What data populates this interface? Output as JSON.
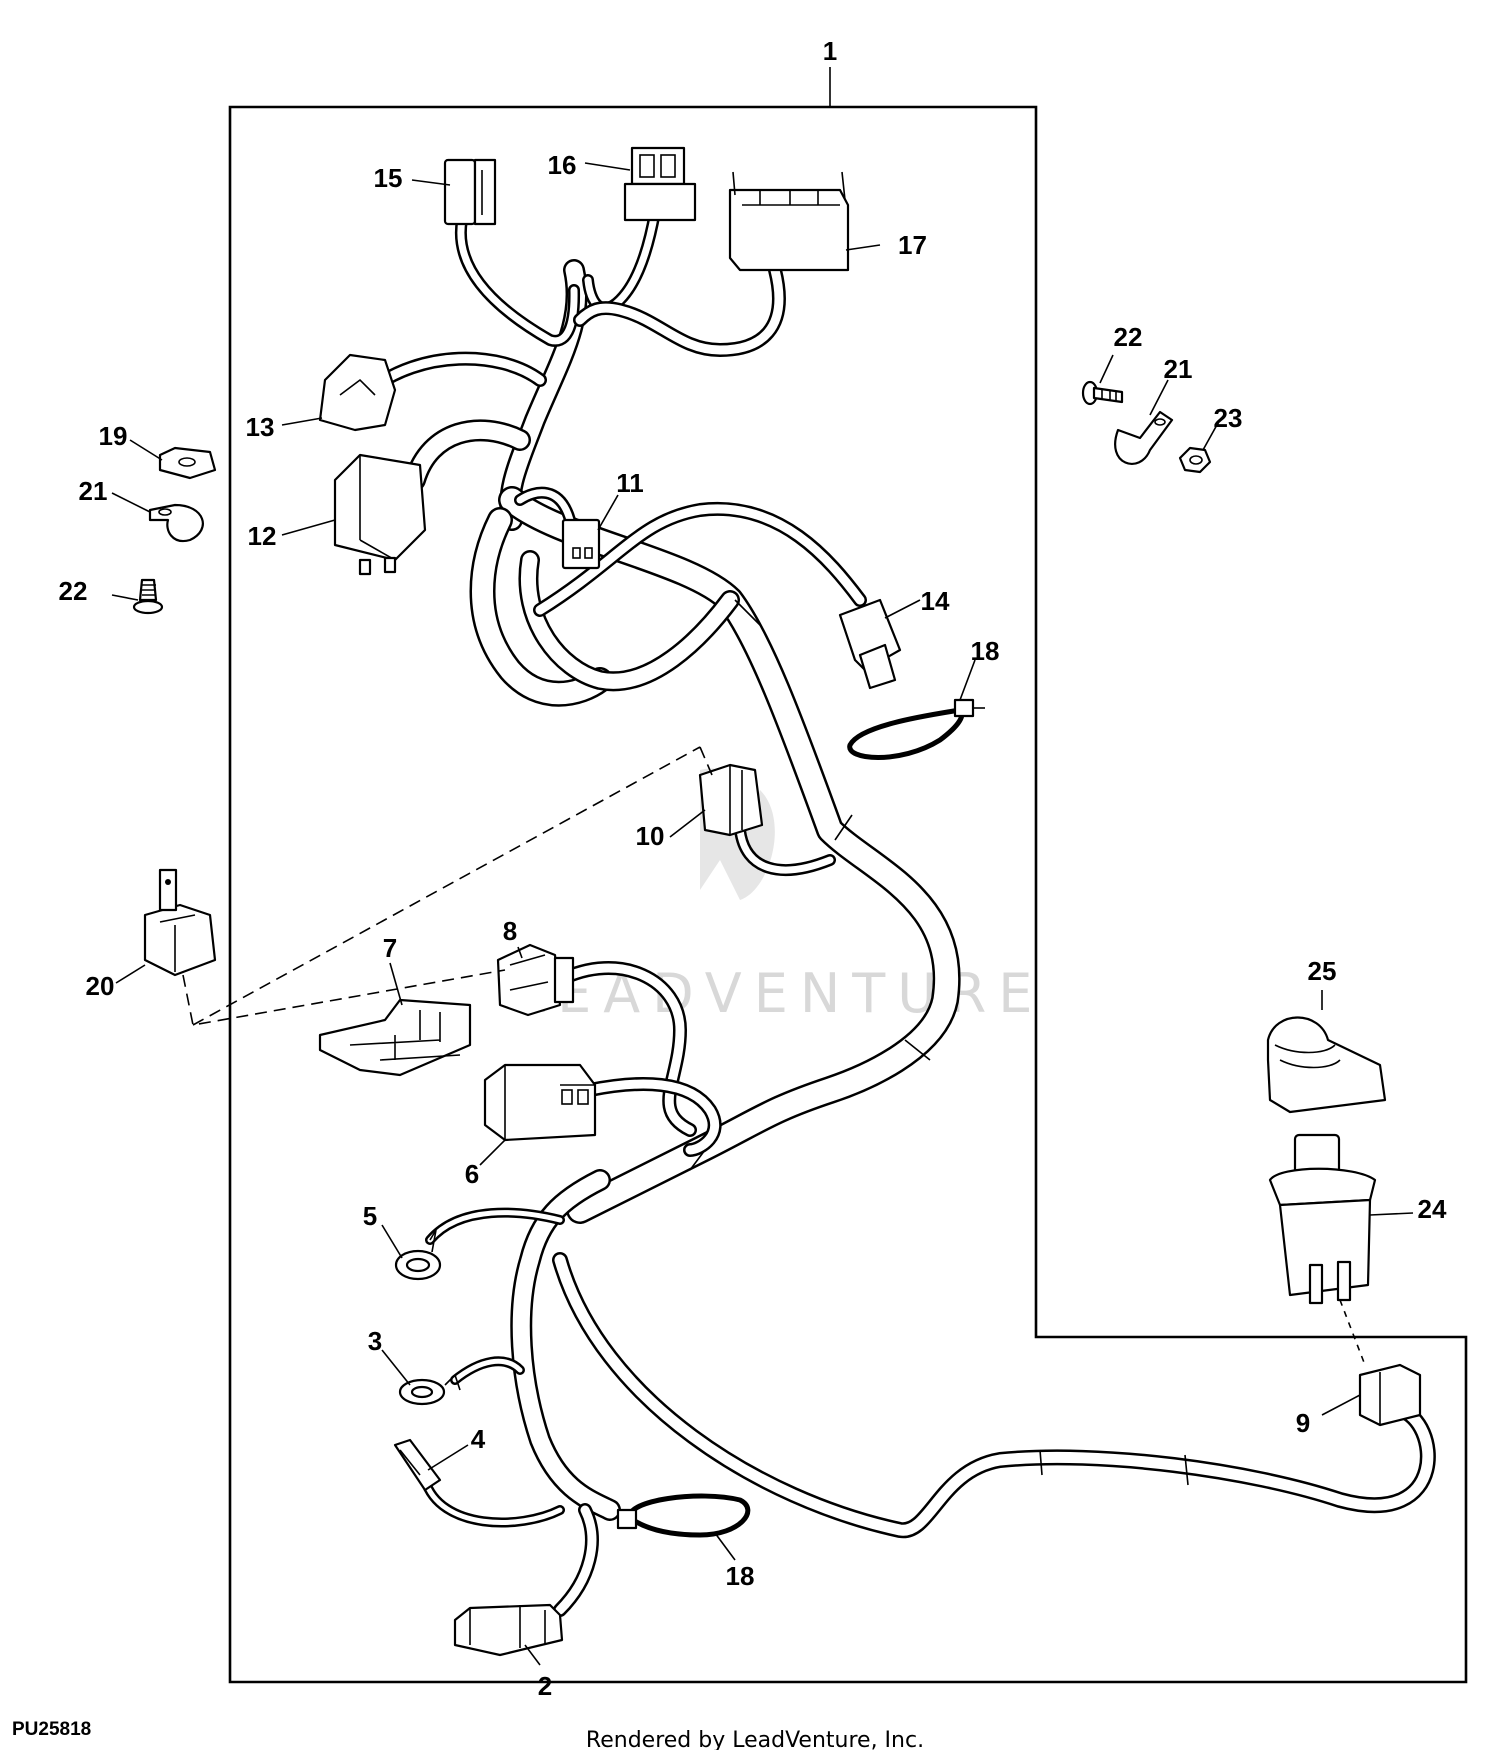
{
  "figure_code": "PU25818",
  "footer": "Rendered by LeadVenture, Inc.",
  "watermark": "LEADVENTURE",
  "callouts": {
    "c1": "1",
    "c2": "2",
    "c3": "3",
    "c4": "4",
    "c5": "5",
    "c6": "6",
    "c7": "7",
    "c8": "8",
    "c9": "9",
    "c10": "10",
    "c11": "11",
    "c12": "12",
    "c13": "13",
    "c14": "14",
    "c15": "15",
    "c16": "16",
    "c17": "17",
    "c18a": "18",
    "c18b": "18",
    "c19": "19",
    "c20": "20",
    "c21a": "21",
    "c21b": "21",
    "c22a": "22",
    "c22b": "22",
    "c23": "23",
    "c24": "24",
    "c25": "25"
  }
}
